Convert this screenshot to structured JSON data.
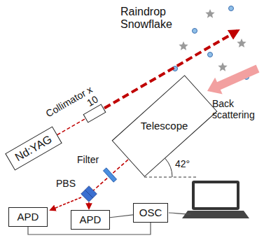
{
  "diagram": {
    "nodes": [
      {
        "text": [
          "Nd:YAG"
        ]
      },
      {
        "text": [
          "Collimator x 10"
        ]
      },
      {
        "text": [
          "Telescope"
        ]
      },
      {
        "text": [
          "APD"
        ]
      },
      {
        "text": [
          "APD"
        ]
      },
      {
        "text": [
          "OSC"
        ]
      }
    ],
    "edges": [
      {
        "from": 0,
        "to": 1,
        "arrow": "none"
      },
      {
        "from": 3,
        "to": 5,
        "arrow": "none"
      },
      {
        "from": 4,
        "to": 5,
        "arrow": "none"
      }
    ],
    "labels": [
      "Raindrop Snowflake",
      "Back scattering",
      "42°",
      "PBS",
      "Filter"
    ]
  }
}
